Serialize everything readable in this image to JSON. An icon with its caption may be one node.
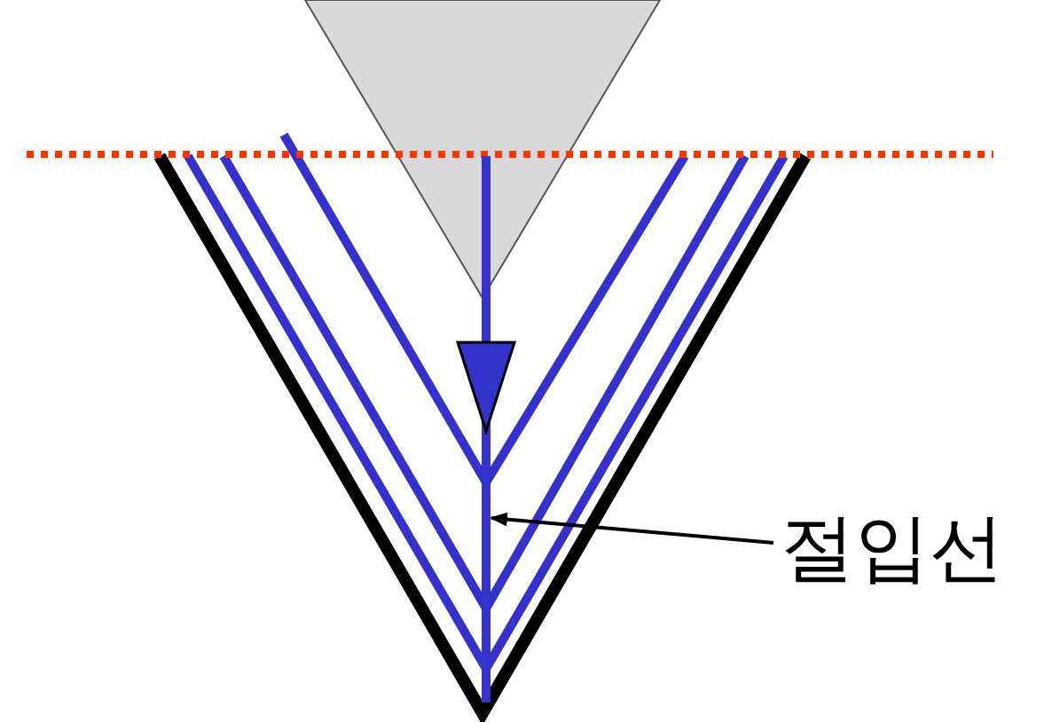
{
  "diagram": {
    "nodes": [
      {
        "text": [
          "절입선"
        ]
      },
      {
        "text": [],
        "shape": "line"
      }
    ],
    "edges": [
      {
        "from": 0,
        "to": 1,
        "arrow": "to"
      }
    ]
  }
}
